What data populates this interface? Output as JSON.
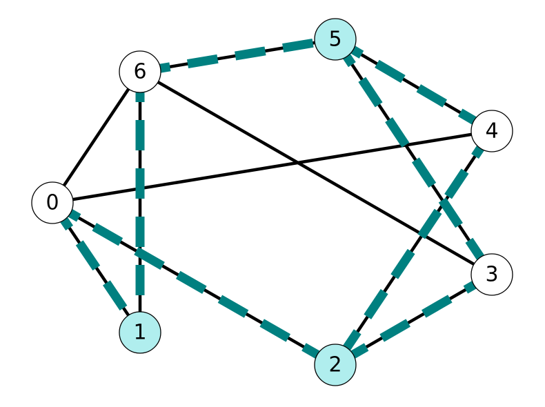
{
  "colors": {
    "edge": "#000000",
    "highlight_edge": "#008080",
    "node_default": "#ffffff",
    "node_highlight": "#b0eeee",
    "node_border": "#000000"
  },
  "nodes": [
    {
      "id": "0",
      "label": "0",
      "highlight": false
    },
    {
      "id": "1",
      "label": "1",
      "highlight": true
    },
    {
      "id": "2",
      "label": "2",
      "highlight": true
    },
    {
      "id": "3",
      "label": "3",
      "highlight": false
    },
    {
      "id": "4",
      "label": "4",
      "highlight": false
    },
    {
      "id": "5",
      "label": "5",
      "highlight": true
    },
    {
      "id": "6",
      "label": "6",
      "highlight": false
    }
  ],
  "edges": [
    {
      "source": "0",
      "target": "6",
      "highlight": false
    },
    {
      "source": "0",
      "target": "4",
      "highlight": false
    },
    {
      "source": "0",
      "target": "1",
      "highlight": true
    },
    {
      "source": "0",
      "target": "2",
      "highlight": true
    },
    {
      "source": "6",
      "target": "5",
      "highlight": true
    },
    {
      "source": "6",
      "target": "1",
      "highlight": true
    },
    {
      "source": "6",
      "target": "3",
      "highlight": false
    },
    {
      "source": "5",
      "target": "4",
      "highlight": true
    },
    {
      "source": "5",
      "target": "3",
      "highlight": true
    },
    {
      "source": "4",
      "target": "2",
      "highlight": true
    },
    {
      "source": "3",
      "target": "2",
      "highlight": true
    }
  ]
}
